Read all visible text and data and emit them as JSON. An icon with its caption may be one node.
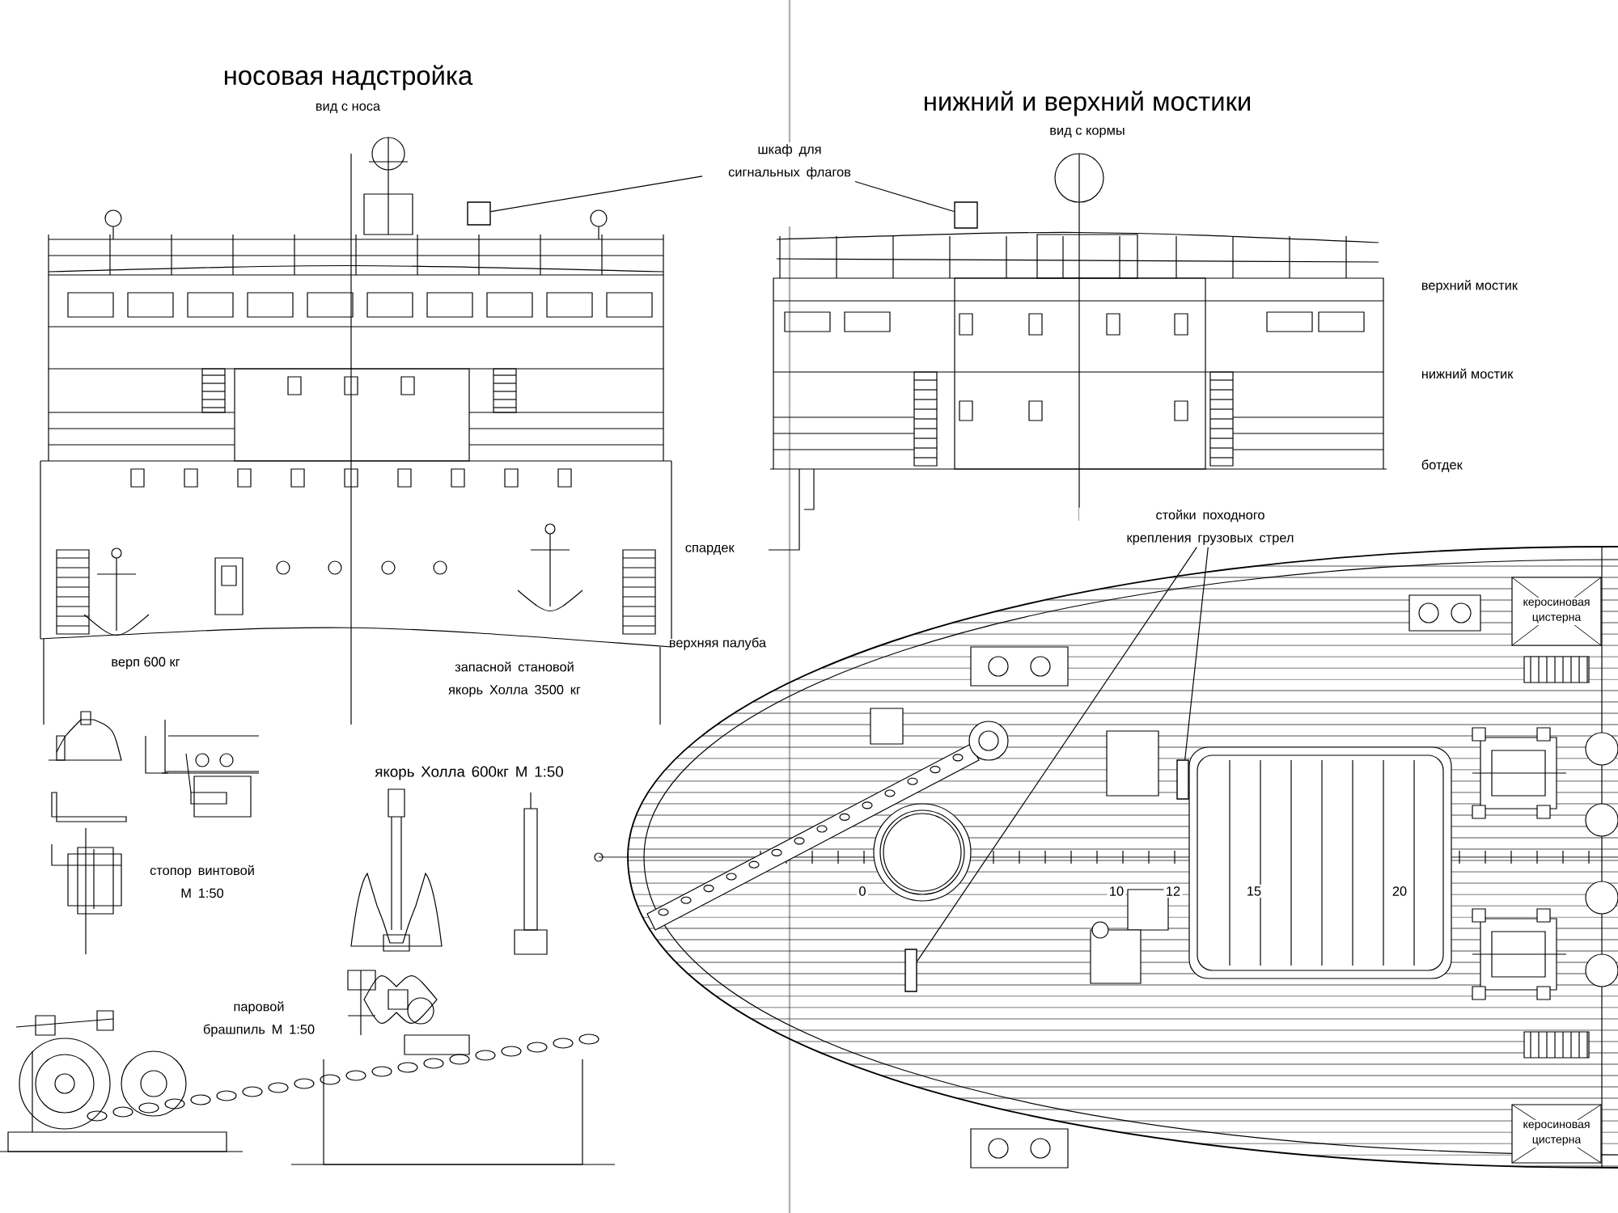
{
  "diagram": {
    "nodes": [
      {
        "text": [
          "шкаф для сигнальных флагов"
        ]
      },
      {
        "text": [],
        "shape": "box"
      },
      {
        "text": [],
        "shape": "box"
      },
      {
        "text": [
          "стойки походного крепления грузовых стрел"
        ]
      },
      {
        "text": [],
        "shape": "box"
      },
      {
        "text": [],
        "shape": "box"
      },
      {
        "text": [
          "керосиновая цистерна"
        ]
      },
      {
        "text": [
          "керосиновая цистерна"
        ]
      }
    ],
    "edges": [
      {
        "from": 0,
        "to": 1,
        "arrow": "none"
      },
      {
        "from": 0,
        "to": 2,
        "arrow": "none"
      },
      {
        "from": 3,
        "to": 4,
        "arrow": "none"
      },
      {
        "from": 3,
        "to": 5,
        "arrow": "none"
      }
    ],
    "labels": [
      "носовая надстройка",
      "вид с носа",
      "нижний и верхний мостики",
      "вид с кормы",
      "верхний мостик",
      "нижний мостик",
      "ботдек",
      "спардек",
      "верхняя палуба",
      "верп 600 кг",
      "запасной становой якорь Холла 3500 кг",
      "якорь Холла 600кг М 1:50",
      "стопор винтовой М 1:50",
      "паровой брашпиль М 1:50",
      "0",
      "10",
      "12",
      "15",
      "20"
    ]
  }
}
